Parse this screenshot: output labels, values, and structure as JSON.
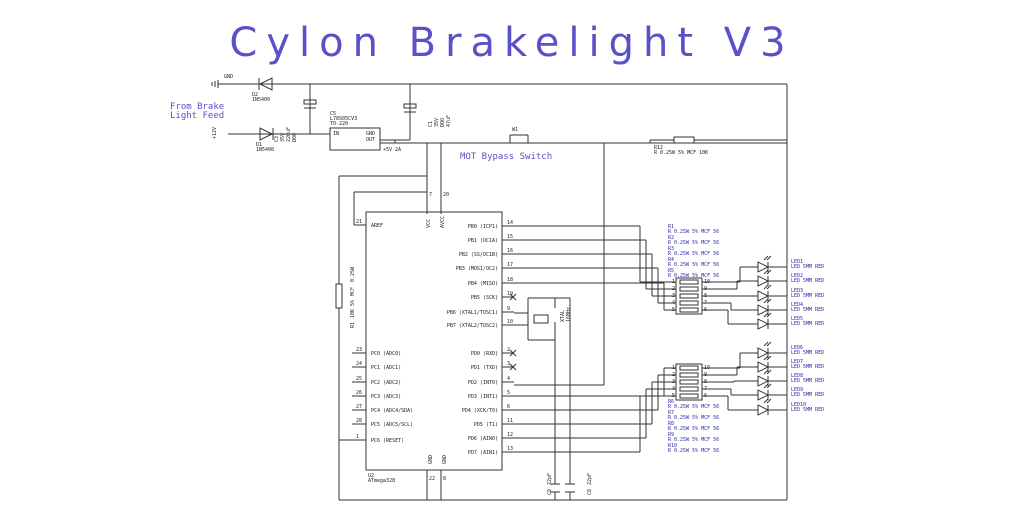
{
  "title": "Cylon Brakelight V3",
  "labels": {
    "from_brake": "From Brake",
    "light_feed": "Light Feed",
    "mot_bypass": "MOT Bypass Switch",
    "gnd": "GND",
    "v12": "+12V",
    "v5": "+5V 2A"
  },
  "parts": {
    "d2": [
      "D2",
      "1N5400"
    ],
    "d1": [
      "D1",
      "1N5400"
    ],
    "c3": [
      "C3",
      "35V",
      "220uF",
      "DOO"
    ],
    "c1": [
      "C1",
      "35V",
      "DOO",
      "47uF"
    ],
    "reg": [
      "C5",
      "L78S05CV3",
      "TO-220"
    ],
    "reg_pins": {
      "in": "IN",
      "gnd": "GND",
      "out": "OUT"
    },
    "w1": "W1",
    "r12": [
      "R12",
      "R 0.25W 5% MCF 10K"
    ],
    "r1": [
      "R1",
      "10K",
      "5%",
      "MCF",
      "0.25W"
    ],
    "xtal": [
      "XTAL",
      "16MHz"
    ],
    "c9": [
      "C9",
      "22pF"
    ],
    "c8": [
      "C8",
      "22pF"
    ],
    "mcu": [
      "U2",
      "ATmega328"
    ]
  },
  "mcu_left_pins": [
    {
      "num": "21",
      "name": "AREF"
    },
    {
      "num": "23",
      "name": "PC0 (ADC0)"
    },
    {
      "num": "24",
      "name": "PC1 (ADC1)"
    },
    {
      "num": "25",
      "name": "PC2 (ADC2)"
    },
    {
      "num": "26",
      "name": "PC3 (ADC3)"
    },
    {
      "num": "27",
      "name": "PC4 (ADC4/SDA)"
    },
    {
      "num": "28",
      "name": "PC5 (ADC5/SCL)"
    },
    {
      "num": "1",
      "name": "PC6 (RESET)"
    }
  ],
  "mcu_right_pins": [
    {
      "num": "14",
      "name": "PB0 (ICP1)"
    },
    {
      "num": "15",
      "name": "PB1 (OC1A)"
    },
    {
      "num": "16",
      "name": "PB2 (SS/OC1B)"
    },
    {
      "num": "17",
      "name": "PB3 (MOSI/OC2)"
    },
    {
      "num": "18",
      "name": "PB4 (MISO)"
    },
    {
      "num": "19",
      "name": "PB5 (SCK)"
    },
    {
      "num": "9",
      "name": "PB6 (XTAL1/TOSC1)"
    },
    {
      "num": "10",
      "name": "PB7 (XTAL2/TOSC2)"
    },
    {
      "num": "2",
      "name": "PD0 (RXD)"
    },
    {
      "num": "3",
      "name": "PD1 (TXD)"
    },
    {
      "num": "4",
      "name": "PD2 (INT0)"
    },
    {
      "num": "5",
      "name": "PD3 (INT1)"
    },
    {
      "num": "6",
      "name": "PD4 (XCK/T0)"
    },
    {
      "num": "11",
      "name": "PD5 (T1)"
    },
    {
      "num": "12",
      "name": "PD6 (AIN0)"
    },
    {
      "num": "13",
      "name": "PD7 (AIN1)"
    }
  ],
  "mcu_top_pins": [
    {
      "num": "7",
      "name": "VCC"
    },
    {
      "num": "20",
      "name": "AVCC"
    }
  ],
  "mcu_bottom_pins": [
    {
      "num": "22",
      "name": "GND"
    },
    {
      "num": "8",
      "name": "GND"
    }
  ],
  "resistors_top": [
    [
      "R1",
      "R 0.25W 5% MCF 56"
    ],
    [
      "R2",
      "R 0.25W 5% MCF 56"
    ],
    [
      "R3",
      "R 0.25W 5% MCF 56"
    ],
    [
      "R4",
      "R 0.25W 5% MCF 56"
    ],
    [
      "R5",
      "R 0.25W 5% MCF 56"
    ]
  ],
  "resistors_bottom": [
    [
      "R6",
      "R 0.25W 5% MCF 56"
    ],
    [
      "R7",
      "R 0.25W 5% MCF 56"
    ],
    [
      "R8",
      "R 0.25W 5% MCF 56"
    ],
    [
      "R9",
      "R 0.25W 5% MCF 56"
    ],
    [
      "R10",
      "R 0.25W 5% MCF 56"
    ]
  ],
  "leds_top": [
    [
      "LED1",
      "LED 5MM RED"
    ],
    [
      "LED2",
      "LED 5MM RED"
    ],
    [
      "LED3",
      "LED 5MM RED"
    ],
    [
      "LED4",
      "LED 5MM RED"
    ],
    [
      "LED5",
      "LED 5MM RED"
    ]
  ],
  "leds_bottom": [
    [
      "LED6",
      "LED 5MM RED"
    ],
    [
      "LED7",
      "LED 5MM RED"
    ],
    [
      "LED8",
      "LED 5MM RED"
    ],
    [
      "LED9",
      "LED 5MM RED"
    ],
    [
      "LED10",
      "LED 5MM RED"
    ]
  ]
}
